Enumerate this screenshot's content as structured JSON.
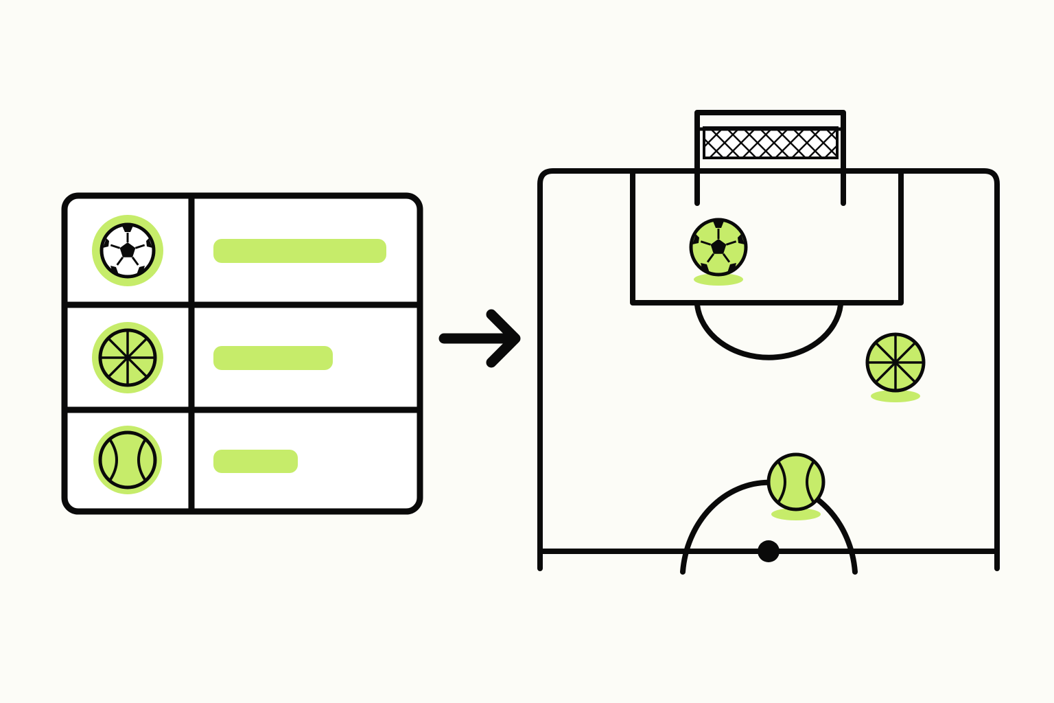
{
  "colors": {
    "background": "#fcfcf7",
    "ink": "#0a0a0a",
    "accent": "#c6ec6a",
    "white": "#ffffff"
  },
  "legend": {
    "rows": [
      {
        "icon": "soccer-ball-icon",
        "bar_fill": 1.0
      },
      {
        "icon": "basketball-icon",
        "bar_fill": 0.69
      },
      {
        "icon": "tennis-ball-icon",
        "bar_fill": 0.49
      }
    ]
  },
  "arrow": {
    "icon": "arrow-right-icon"
  },
  "field": {
    "goal": {
      "icon": "goal-net-icon"
    },
    "balls": [
      {
        "icon": "soccer-ball-icon",
        "zone": "penalty-box"
      },
      {
        "icon": "basketball-icon",
        "zone": "right-flank"
      },
      {
        "icon": "tennis-ball-icon",
        "zone": "center-circle"
      }
    ]
  }
}
